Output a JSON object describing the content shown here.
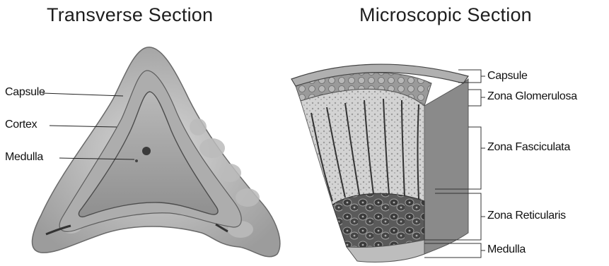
{
  "titles": {
    "left": "Transverse Section",
    "right": "Microscopic Section"
  },
  "transverse_labels": {
    "capsule": "Capsule",
    "cortex": "Cortex",
    "medulla": "Medulla"
  },
  "microscopic_labels": {
    "capsule": "Capsule",
    "zona_glomerulosa": "Zona Glomerulosa",
    "zona_fasciculata": "Zona Fasciculata",
    "zona_reticularis": "Zona Reticularis",
    "medulla": "Medulla"
  },
  "colors": {
    "outer_tissue": "#c4c4c4",
    "cortex_tissue": "#a9a9a9",
    "medulla_core": "#8e8e8e",
    "cell_dark": "#3c3c3c",
    "line": "#222222"
  }
}
